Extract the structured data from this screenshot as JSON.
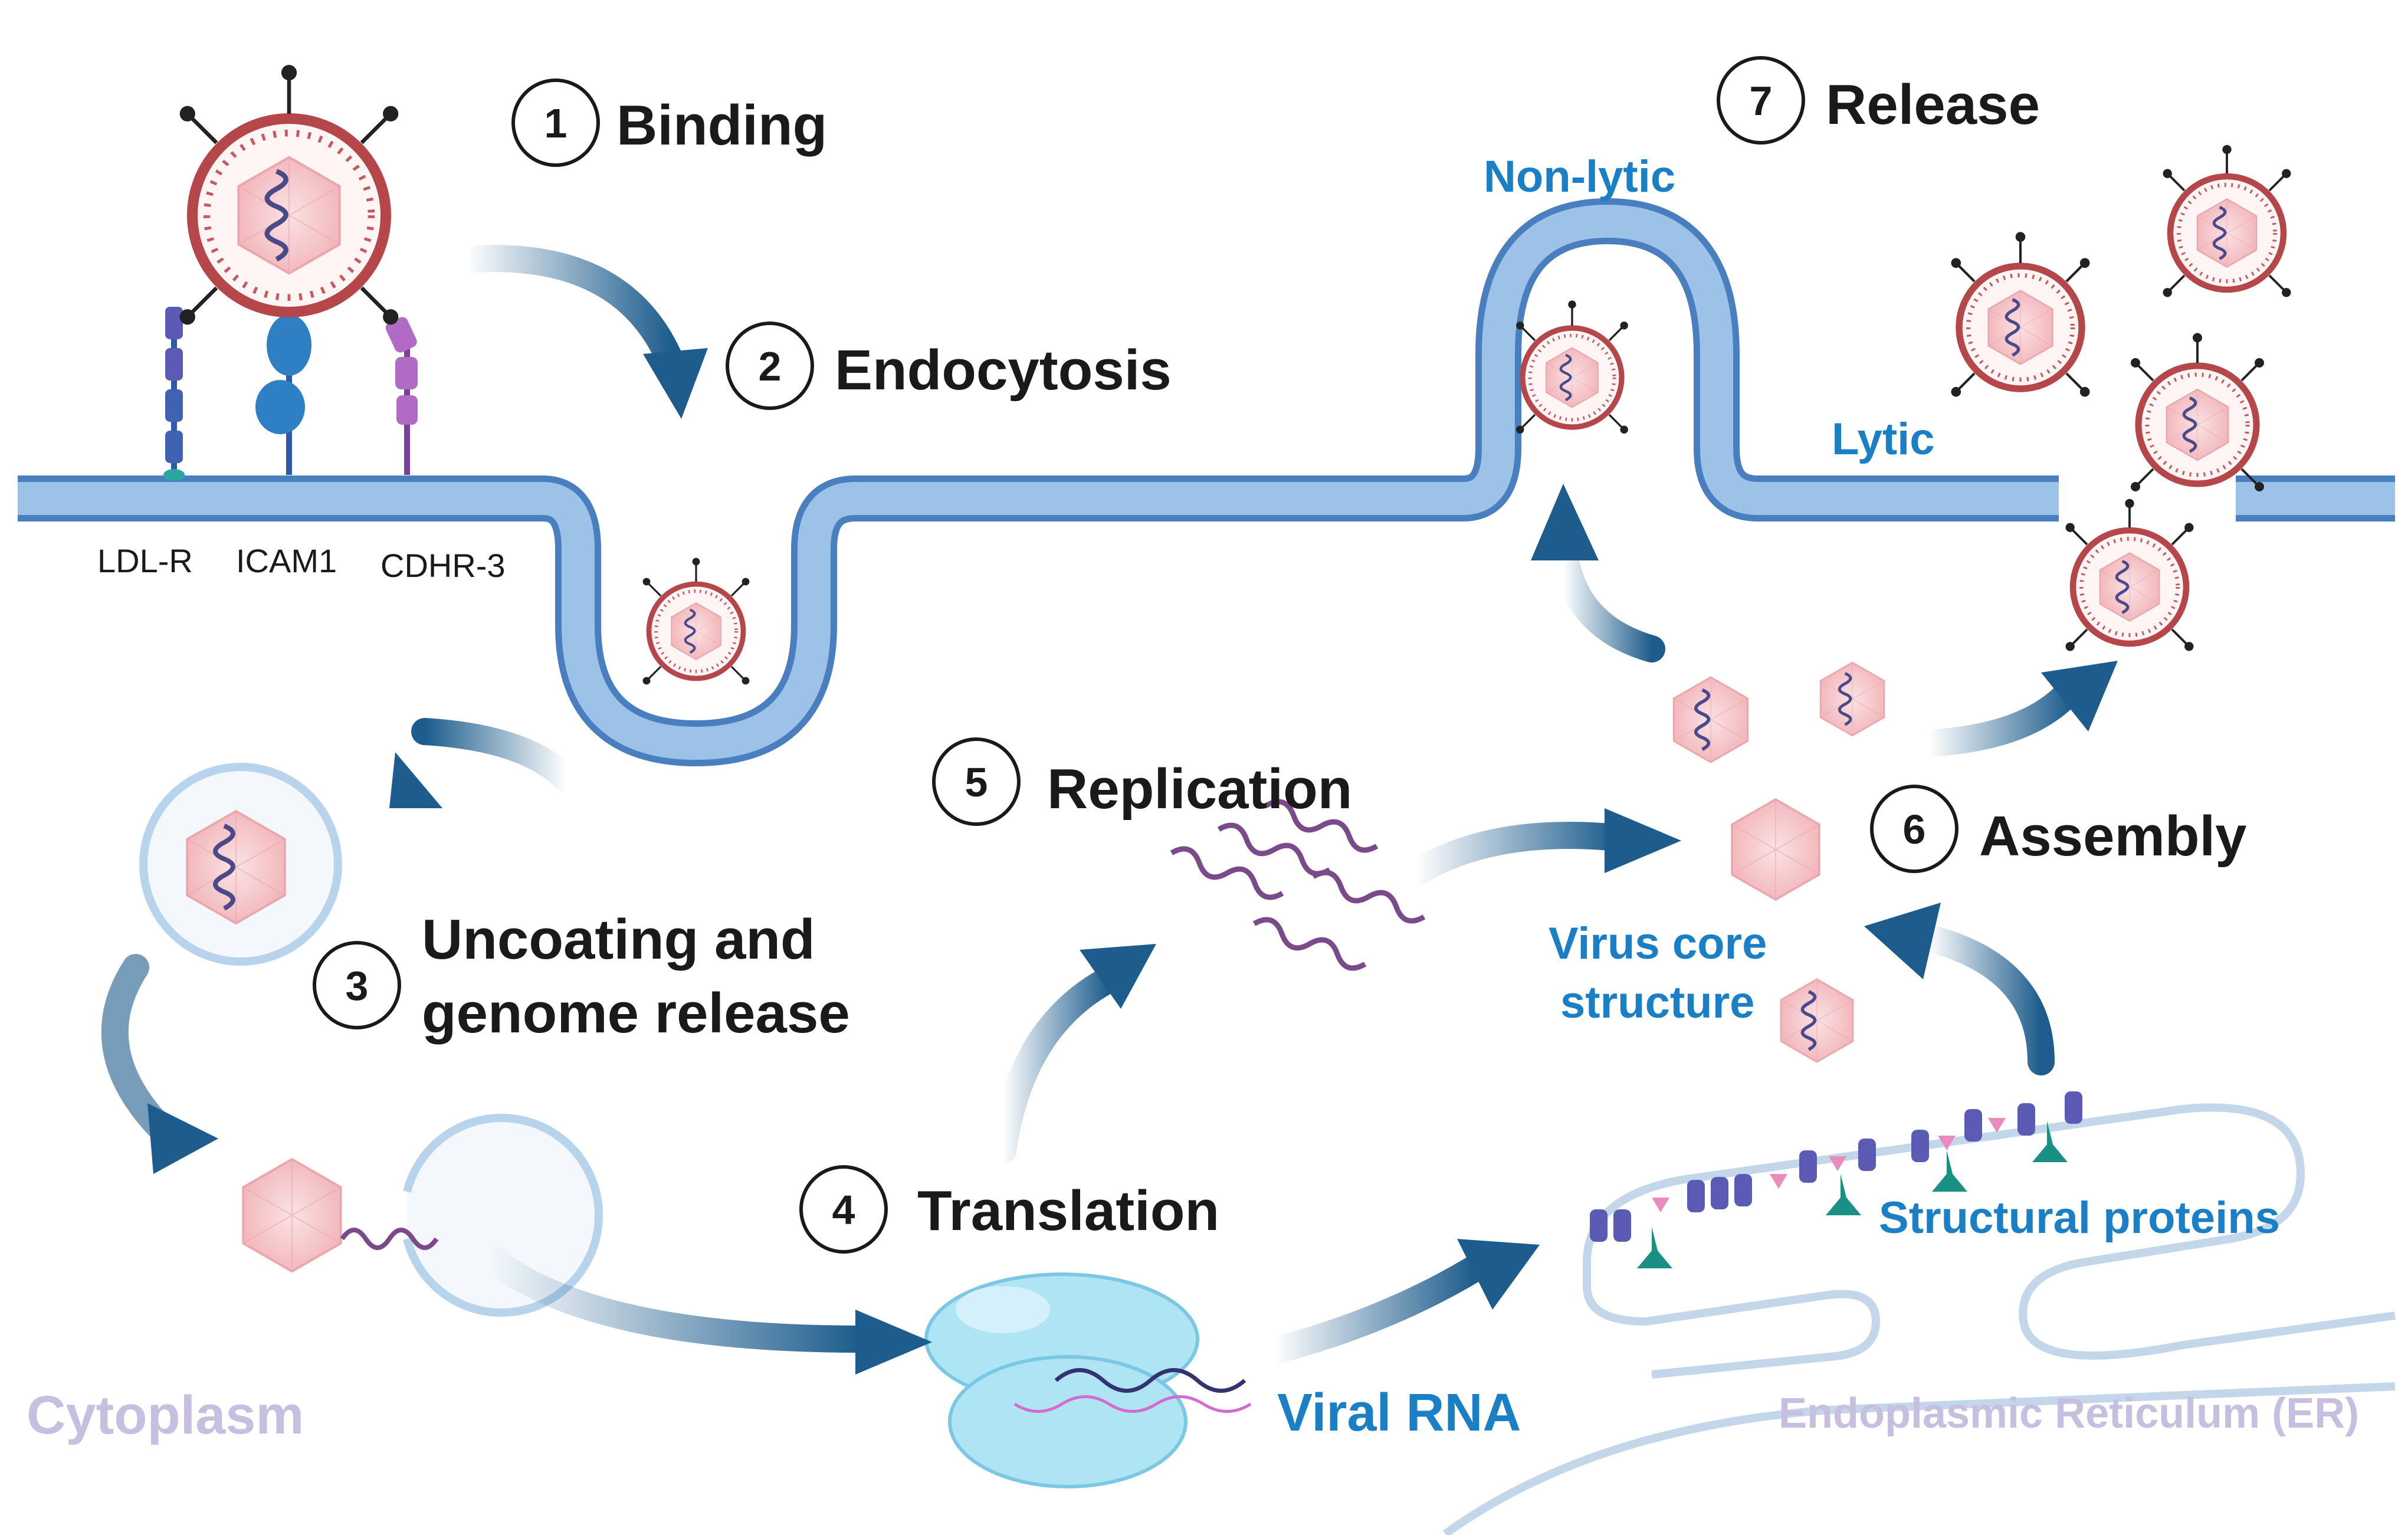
{
  "steps": [
    {
      "num": "1",
      "label": "Binding"
    },
    {
      "num": "2",
      "label": "Endocytosis"
    },
    {
      "num": "3",
      "label": "Uncoating and",
      "label2": "genome release"
    },
    {
      "num": "4",
      "label": "Translation"
    },
    {
      "num": "5",
      "label": "Replication"
    },
    {
      "num": "6",
      "label": "Assembly"
    },
    {
      "num": "7",
      "label": "Release"
    }
  ],
  "receptors": [
    "LDL-R",
    "ICAM1",
    "CDHR-3"
  ],
  "labels": {
    "non_lytic": "Non-lytic",
    "lytic": "Lytic",
    "virus_core_line1": "Virus core",
    "virus_core_line2": "structure",
    "structural_proteins": "Structural proteins",
    "viral_rna": "Viral RNA",
    "cytoplasm": "Cytoplasm",
    "er": "Endoplasmic Reticulum (ER)"
  },
  "colors": {
    "membrane": "#8fb6e0",
    "membrane_edge": "#4a7fbf",
    "arrow": "#1d5c8c",
    "virus_ring": "#b5474a",
    "capsid": "#f4c9cc",
    "label_blue": "#1a7fc4",
    "muted_label": "#c7bfe0"
  }
}
